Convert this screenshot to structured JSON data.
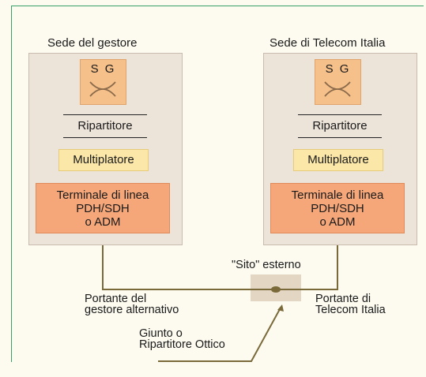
{
  "left_site": {
    "title": "Sede del gestore",
    "sg_label": "S G",
    "ripartitore": "Ripartitore",
    "multiplatore": "Multiplatore",
    "terminal_lines": [
      "Terminale di linea",
      "PDH/SDH",
      "o ADM"
    ]
  },
  "right_site": {
    "title": "Sede di Telecom Italia",
    "sg_label": "S G",
    "ripartitore": "Ripartitore",
    "multiplatore": "Multiplatore",
    "terminal_lines": [
      "Terminale di linea",
      "PDH/SDH",
      "o ADM"
    ]
  },
  "external_site_label": "\"Sito\" esterno",
  "left_carrier_lines": [
    "Portante del",
    "gestore alternativo"
  ],
  "right_carrier_lines": [
    "Portante di",
    "Telecom Italia"
  ],
  "splice_lines": [
    "Giunto o",
    "Ripartitore Ottico"
  ],
  "colors": {
    "frame": "#3aa06a",
    "site_box": "#ece3d9",
    "sg_box": "#f5c08a",
    "multiplatore": "#fbe7a8",
    "terminal": "#f5a77a",
    "carrier_line": "#7a6a3a"
  }
}
